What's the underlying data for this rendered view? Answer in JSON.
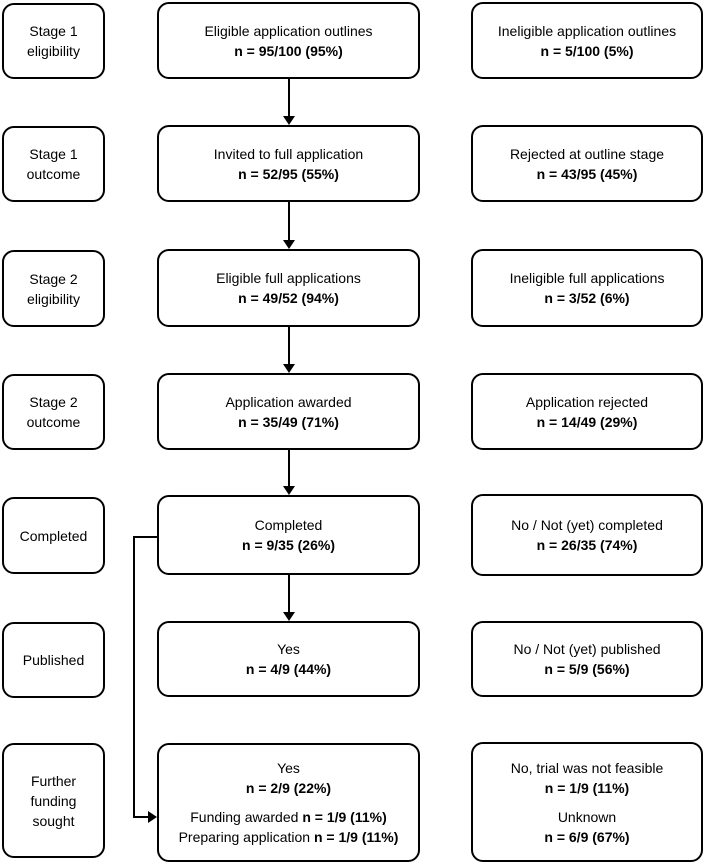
{
  "figure": {
    "background_color": "#ffffff",
    "line_color": "#000000",
    "type": "flowchart"
  },
  "stages": [
    {
      "label": "Stage 1\neligibility",
      "main": {
        "title": "Eligible application outlines",
        "stat": "n = 95/100 (95%)"
      },
      "side": {
        "title": "Ineligible application outlines",
        "stat": "n = 5/100 (5%)"
      }
    },
    {
      "label": "Stage 1\noutcome",
      "main": {
        "title": "Invited to full application",
        "stat": "n = 52/95 (55%)"
      },
      "side": {
        "title": "Rejected at outline stage",
        "stat": "n = 43/95 (45%)"
      }
    },
    {
      "label": "Stage 2\neligibility",
      "main": {
        "title": "Eligible full applications",
        "stat": "n = 49/52 (94%)"
      },
      "side": {
        "title": "Ineligible full applications",
        "stat": "n = 3/52 (6%)"
      }
    },
    {
      "label": "Stage 2\noutcome",
      "main": {
        "title": "Application awarded",
        "stat": "n = 35/49 (71%)"
      },
      "side": {
        "title": "Application rejected",
        "stat": "n = 14/49 (29%)"
      }
    },
    {
      "label": "Completed",
      "main": {
        "title": "Completed",
        "stat": "n = 9/35 (26%)"
      },
      "side": {
        "title": "No / Not (yet) completed",
        "stat": "n = 26/35 (74%)"
      }
    },
    {
      "label": "Published",
      "main": {
        "title": "Yes",
        "stat": "n = 4/9 (44%)"
      },
      "side": {
        "title": "No / Not (yet) published",
        "stat": "n = 5/9 (56%)"
      }
    },
    {
      "label": "Further\nfunding\nsought",
      "main": {
        "title": "Yes",
        "stat": "n = 2/9 (22%)",
        "extra1_label": "Funding awarded ",
        "extra1_stat": "n = 1/9 (11%)",
        "extra2_label": "Preparing application ",
        "extra2_stat": "n = 1/9 (11%)"
      },
      "side": {
        "title": "No, trial was not feasible",
        "stat": "n = 1/9 (11%)",
        "extra_title": "Unknown",
        "extra_stat": "n = 6/9 (67%)"
      }
    }
  ]
}
